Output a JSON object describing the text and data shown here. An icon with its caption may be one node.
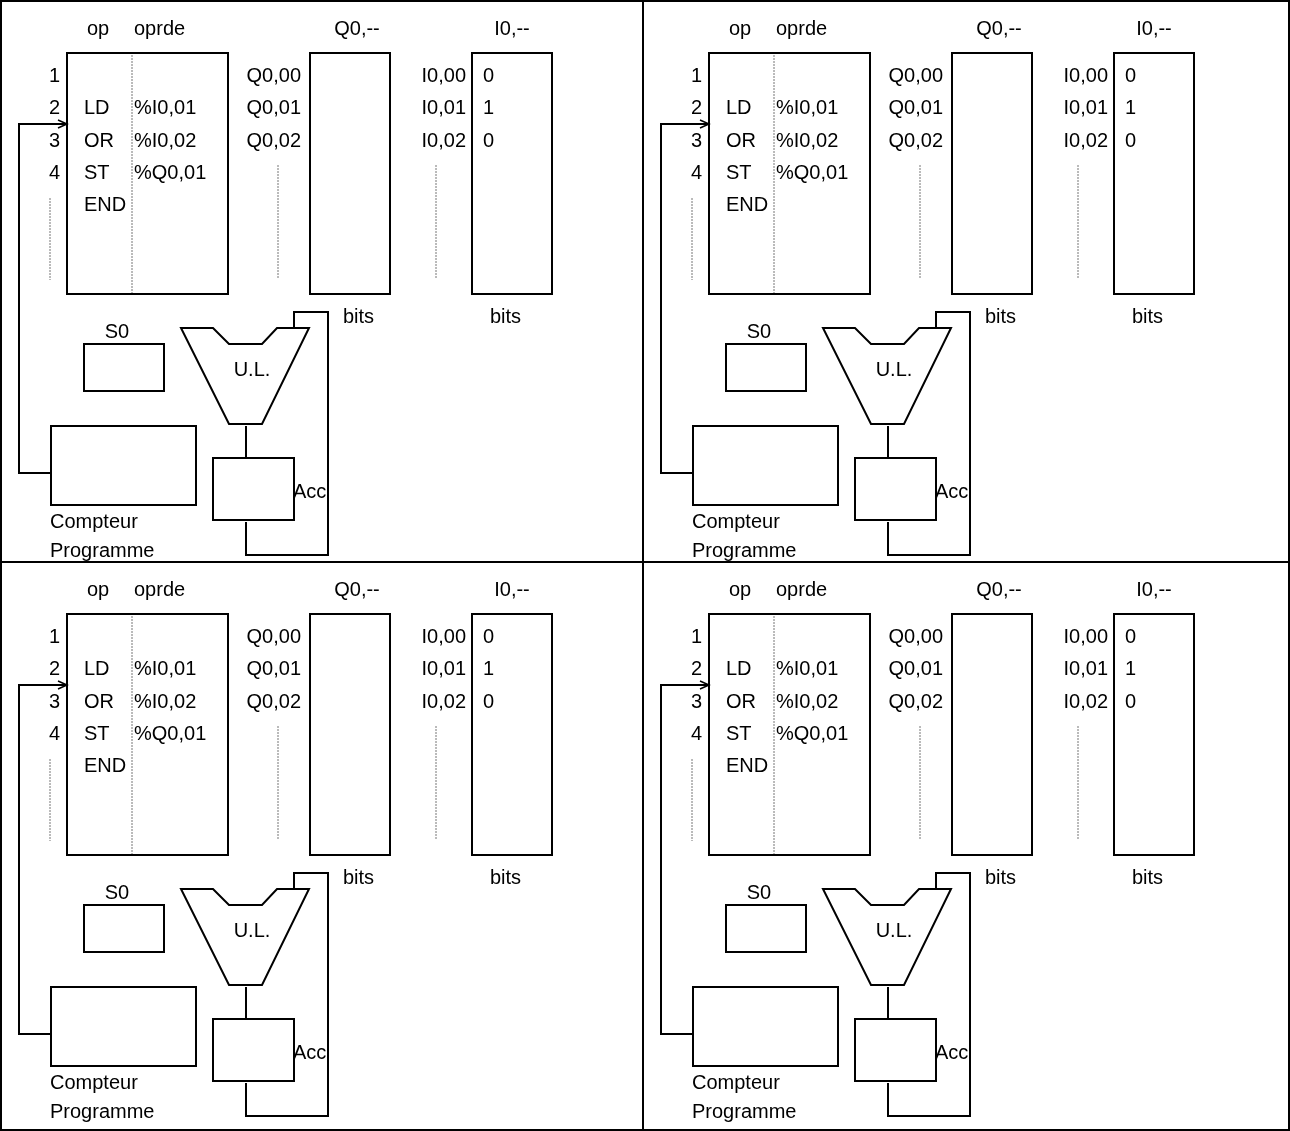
{
  "diagram": {
    "nodes": [
      {
        "text": [],
        "shape": "box"
      },
      {
        "text": [
          "op",
          "oprde",
          "LD",
          "%I0,01",
          "OR",
          "%I0,02",
          "ST",
          "%Q0,01",
          "END"
        ],
        "beside": [
          "1",
          "2",
          "3",
          "4"
        ],
        "in": 0
      },
      {
        "text": [
          "Q0,--"
        ],
        "beside": [
          "Q0,00",
          "Q0,01",
          "Q0,02",
          "bits"
        ],
        "in": 0
      },
      {
        "text": [
          "I0,--",
          "0",
          "1",
          "0"
        ],
        "beside": [
          "I0,00",
          "I0,01",
          "I0,02",
          "bits"
        ],
        "in": 0
      },
      {
        "text": [
          "S0"
        ],
        "in": 0
      },
      {
        "text": [
          "U.L."
        ],
        "in": 0
      },
      {
        "text": [
          "Compteur Programme"
        ],
        "in": 0
      },
      {
        "text": [
          "Acc"
        ],
        "in": 0
      },
      {
        "text": [],
        "shape": "box"
      },
      {
        "text": [
          "op",
          "oprde",
          "LD",
          "%I0,01",
          "OR",
          "%I0,02",
          "ST",
          "%Q0,01",
          "END"
        ],
        "beside": [
          "1",
          "2",
          "3",
          "4"
        ],
        "in": 8
      },
      {
        "text": [
          "Q0,--"
        ],
        "beside": [
          "Q0,00",
          "Q0,01",
          "Q0,02",
          "bits"
        ],
        "in": 8
      },
      {
        "text": [
          "I0,--",
          "0",
          "1",
          "0"
        ],
        "beside": [
          "I0,00",
          "I0,01",
          "I0,02",
          "bits"
        ],
        "in": 8
      },
      {
        "text": [
          "S0"
        ],
        "in": 8
      },
      {
        "text": [
          "U.L."
        ],
        "in": 8
      },
      {
        "text": [
          "Compteur Programme"
        ],
        "in": 8
      },
      {
        "text": [
          "Acc"
        ],
        "in": 8
      },
      {
        "text": [],
        "shape": "box"
      },
      {
        "text": [
          "op",
          "oprde",
          "LD",
          "%I0,01",
          "OR",
          "%I0,02",
          "ST",
          "%Q0,01",
          "END"
        ],
        "beside": [
          "1",
          "2",
          "3",
          "4"
        ],
        "in": 16
      },
      {
        "text": [
          "Q0,--"
        ],
        "beside": [
          "Q0,00",
          "Q0,01",
          "Q0,02",
          "bits"
        ],
        "in": 16
      },
      {
        "text": [
          "I0,--",
          "0",
          "1",
          "0"
        ],
        "beside": [
          "I0,00",
          "I0,01",
          "I0,02",
          "bits"
        ],
        "in": 16
      },
      {
        "text": [
          "S0"
        ],
        "in": 16
      },
      {
        "text": [
          "U.L."
        ],
        "in": 16
      },
      {
        "text": [
          "Compteur Programme"
        ],
        "in": 16
      },
      {
        "text": [
          "Acc"
        ],
        "in": 16
      },
      {
        "text": [],
        "shape": "box"
      },
      {
        "text": [
          "op",
          "oprde",
          "LD",
          "%I0,01",
          "OR",
          "%I0,02",
          "ST",
          "%Q0,01",
          "END"
        ],
        "beside": [
          "1",
          "2",
          "3",
          "4"
        ],
        "in": 24
      },
      {
        "text": [
          "Q0,--"
        ],
        "beside": [
          "Q0,00",
          "Q0,01",
          "Q0,02",
          "bits"
        ],
        "in": 24
      },
      {
        "text": [
          "I0,--",
          "0",
          "1",
          "0"
        ],
        "beside": [
          "I0,00",
          "I0,01",
          "I0,02",
          "bits"
        ],
        "in": 24
      },
      {
        "text": [
          "S0"
        ],
        "in": 24
      },
      {
        "text": [
          "U.L."
        ],
        "in": 24
      },
      {
        "text": [
          "Compteur Programme"
        ],
        "in": 24
      },
      {
        "text": [
          "Acc"
        ],
        "in": 24
      }
    ],
    "edges": [
      {
        "from": 6,
        "to": 1,
        "arrow": "to"
      },
      {
        "from": 5,
        "to": 7,
        "arrow": "none"
      },
      {
        "from": 7,
        "to": 5,
        "arrow": "none"
      },
      {
        "from": 14,
        "to": 9,
        "arrow": "to"
      },
      {
        "from": 13,
        "to": 15,
        "arrow": "none"
      },
      {
        "from": 15,
        "to": 13,
        "arrow": "none"
      },
      {
        "from": 22,
        "to": 17,
        "arrow": "to"
      },
      {
        "from": 21,
        "to": 23,
        "arrow": "none"
      },
      {
        "from": 23,
        "to": 21,
        "arrow": "none"
      },
      {
        "from": 30,
        "to": 25,
        "arrow": "to"
      },
      {
        "from": 29,
        "to": 31,
        "arrow": "none"
      },
      {
        "from": 31,
        "to": 29,
        "arrow": "none"
      }
    ]
  }
}
